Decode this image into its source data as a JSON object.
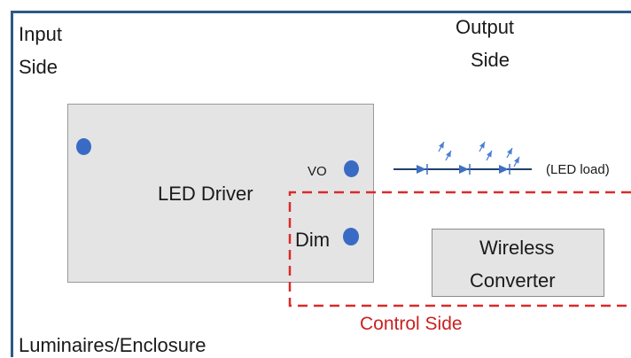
{
  "labels": {
    "input_side_line1": "Input",
    "input_side_line2": "Side",
    "output_side_line1": "Output",
    "output_side_line2": "Side",
    "led_driver": "LED Driver",
    "vo": "VO",
    "dim": "Dim",
    "led_load": "(LED load)",
    "wireless_line1": "Wireless",
    "wireless_line2": "Converter",
    "control_side": "Control Side",
    "enclosure": "Luminaires/Enclosure"
  },
  "colors": {
    "frame": "#2e5a87",
    "box_fill": "#e4e4e4",
    "dot": "#3a6bc4",
    "control_dashed": "#d92b2b",
    "control_text": "#cc1f1f",
    "led_line": "#1f3f6e"
  }
}
